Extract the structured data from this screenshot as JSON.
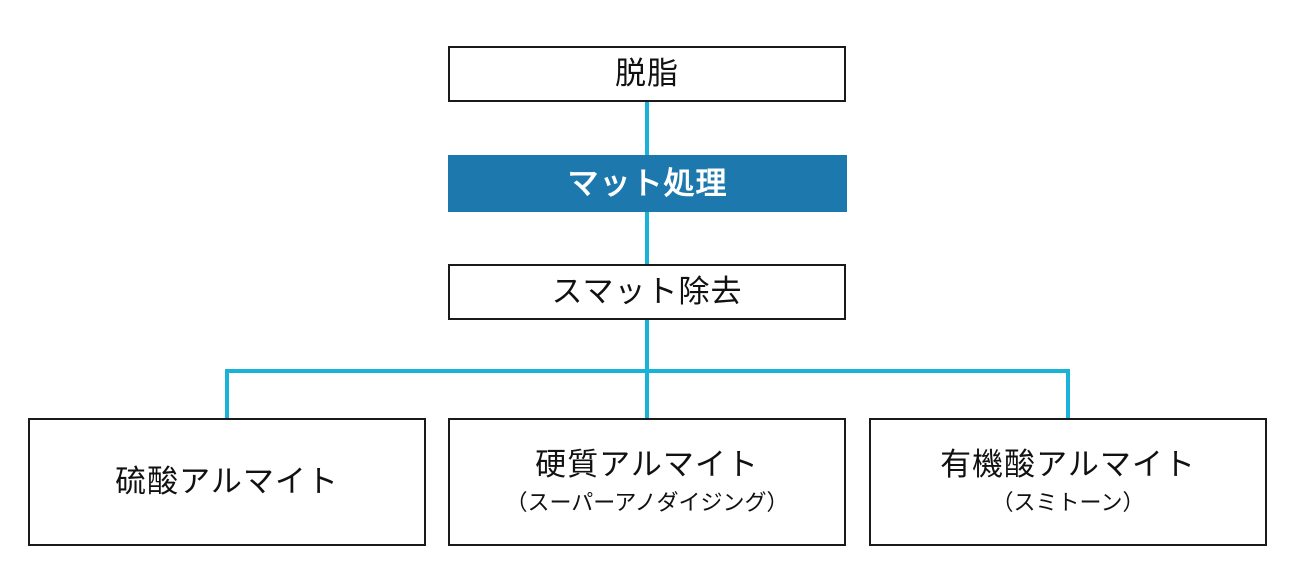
{
  "colors": {
    "connector": "#19b2d9",
    "highlight_fill": "#1c78ad",
    "box_border": "#1a1a1a"
  },
  "steps": {
    "degreasing": "脱脂",
    "matte": "マット処理",
    "smut_removal": "スマット除去"
  },
  "outcomes": {
    "sulfuric": {
      "label": "硫酸アルマイト"
    },
    "hard": {
      "label": "硬質アルマイト",
      "sub": "（スーパーアノダイジング）"
    },
    "organic": {
      "label": "有機酸アルマイト",
      "sub": "（スミトーン）"
    }
  }
}
